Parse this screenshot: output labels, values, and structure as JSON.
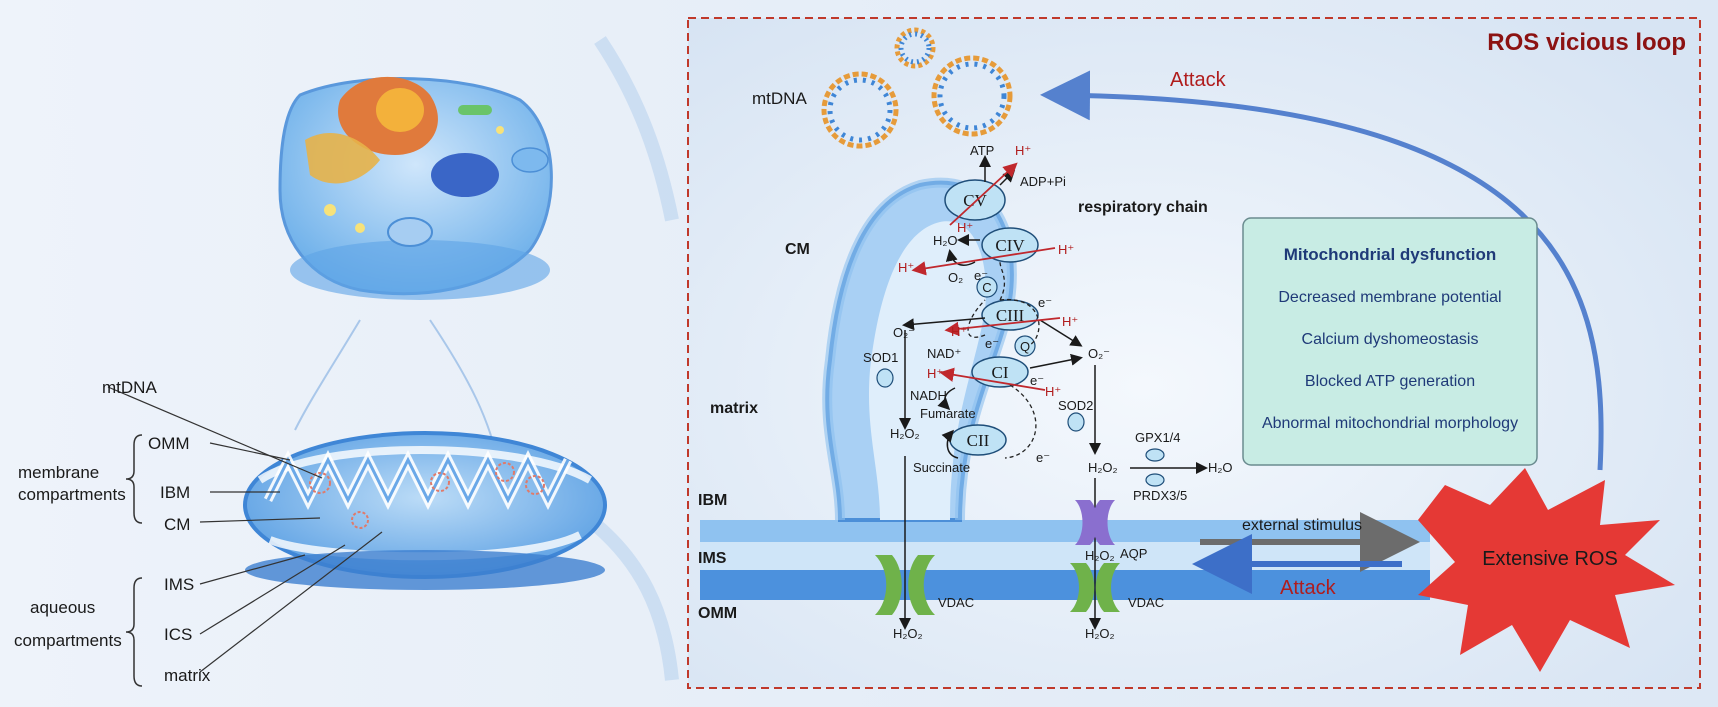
{
  "title": "ROS vicious loop",
  "left_panel": {
    "mtdna": "mtDNA",
    "omm": "OMM",
    "ibm": "IBM",
    "cm": "CM",
    "ims": "IMS",
    "ics": "ICS",
    "matrix": "matrix",
    "membrane_compartments": [
      "membrane",
      "compartments"
    ],
    "aqueous_compartments": [
      "aqueous",
      "compartments"
    ]
  },
  "right_panel": {
    "mtdna": "mtDNA",
    "attack_top": "Attack",
    "attack_bottom": "Attack",
    "external_stimulus": "external stimulus",
    "extensive_ros": "Extensive ROS",
    "respiratory_chain": "respiratory chain",
    "cm": "CM",
    "matrix": "matrix",
    "ibm": "IBM",
    "ims": "IMS",
    "omm": "OMM",
    "complexes": {
      "cv": "CV",
      "civ": "CIV",
      "ciii": "CIII",
      "ci": "CI",
      "cii": "CII",
      "c": "C",
      "q": "Q"
    },
    "molecules": {
      "atp": "ATP",
      "adp_pi": "ADP+Pi",
      "h2o": "H₂O",
      "h2o_right": "H₂O",
      "h_plus": "H⁺",
      "o2": "O₂",
      "o2_minus": "O₂⁻",
      "e_minus": "e⁻",
      "nad_plus": "NAD⁺",
      "nadh": "NADH",
      "fumarate": "Fumarate",
      "succinate": "Succinate",
      "h2o2": "H₂O₂"
    },
    "enzymes": {
      "sod1": "SOD1",
      "sod2": "SOD2",
      "gpx": "GPX1/4",
      "prdx": "PRDX3/5",
      "aqp": "AQP",
      "vdac": "VDAC"
    },
    "dysfunction_box": {
      "title": "Mitochondrial dysfunction",
      "items": [
        "Decreased membrane potential",
        "Calcium dyshomeostasis",
        "Blocked ATP generation",
        "Abnormal mitochondrial morphology"
      ]
    }
  },
  "colors": {
    "membrane_blue": "#5b9be0",
    "dashed_border": "#c0392b",
    "ros_red": "#e53935",
    "attack_red": "#c62828",
    "attack_blue": "#3d6fc8",
    "box_fill": "#c8ece4",
    "vdac_green": "#6fb24a",
    "aqp_purple": "#8a6fcf"
  }
}
